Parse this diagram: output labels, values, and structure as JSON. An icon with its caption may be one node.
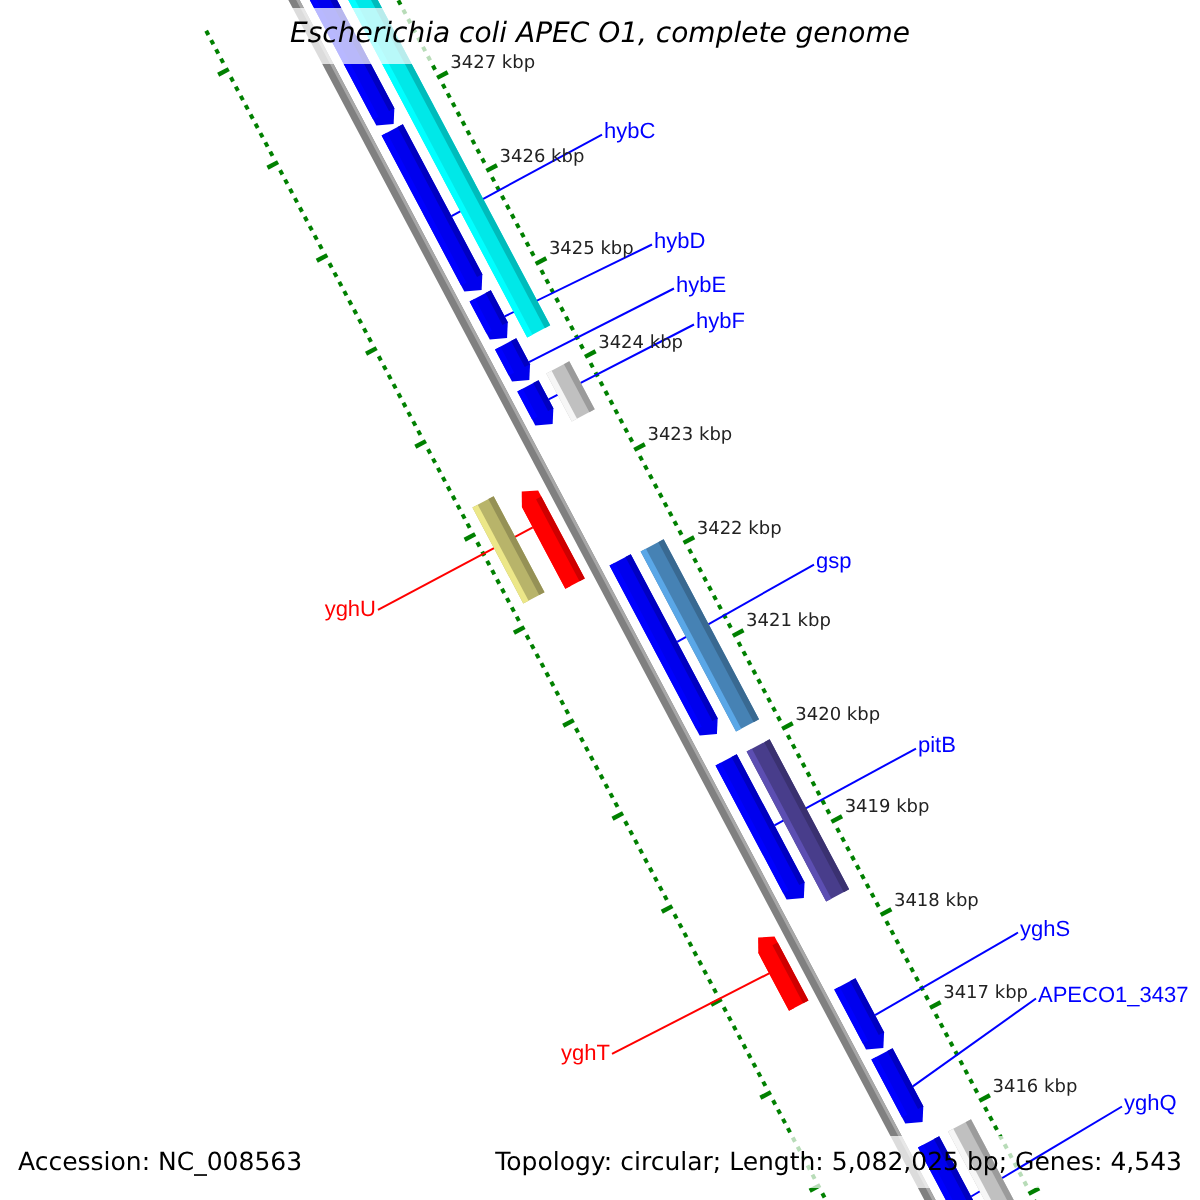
{
  "diagram": {
    "title": "Escherichia coli APEC O1, complete genome",
    "nodes": [
      {
        "text": [
          "hybC"
        ]
      },
      {
        "text": [
          "hybD"
        ]
      },
      {
        "text": [
          "hybE"
        ]
      },
      {
        "text": [
          "hybF"
        ]
      },
      {
        "text": [
          "yghU"
        ]
      },
      {
        "text": [
          "gsp"
        ]
      },
      {
        "text": [
          "pitB"
        ]
      },
      {
        "text": [
          "yghT"
        ]
      },
      {
        "text": [
          "yghS"
        ]
      },
      {
        "text": [
          "APECO1_3437"
        ]
      },
      {
        "text": [
          "yghQ"
        ]
      },
      {
        "text": [],
        "shape": "arrow"
      },
      {
        "text": [],
        "shape": "arrow"
      },
      {
        "text": [],
        "shape": "arrow"
      },
      {
        "text": [],
        "shape": "arrow"
      },
      {
        "text": [],
        "shape": "arrow"
      },
      {
        "text": [],
        "shape": "arrow"
      },
      {
        "text": [],
        "shape": "arrow"
      },
      {
        "text": [],
        "shape": "arrow"
      },
      {
        "text": [],
        "shape": "arrow"
      },
      {
        "text": [],
        "shape": "arrow"
      },
      {
        "text": [],
        "shape": "arrow"
      }
    ],
    "edges": [
      {
        "from": 0,
        "to": 11,
        "arrow": "none"
      },
      {
        "from": 1,
        "to": 12,
        "arrow": "none"
      },
      {
        "from": 2,
        "to": 13,
        "arrow": "none"
      },
      {
        "from": 3,
        "to": 14,
        "arrow": "none"
      },
      {
        "from": 4,
        "to": 15,
        "arrow": "none",
        "color": "#ff0000"
      },
      {
        "from": 5,
        "to": 16,
        "arrow": "none"
      },
      {
        "from": 6,
        "to": 17,
        "arrow": "none"
      },
      {
        "from": 7,
        "to": 18,
        "arrow": "none",
        "color": "#ff0000"
      },
      {
        "from": 8,
        "to": 19,
        "arrow": "none"
      },
      {
        "from": 9,
        "to": 20,
        "arrow": "none"
      },
      {
        "from": 10,
        "to": 21,
        "arrow": "none"
      }
    ],
    "labels": [
      "3427 kbp",
      "3426 kbp",
      "3425 kbp",
      "3424 kbp",
      "3423 kbp",
      "3422 kbp",
      "3421 kbp",
      "3420 kbp",
      "3419 kbp",
      "3418 kbp",
      "3417 kbp",
      "3416 kbp",
      "Accession: NC_008563",
      "Topology: circular; Length: 5,082,025 bp; Genes: 4,543"
    ]
  }
}
